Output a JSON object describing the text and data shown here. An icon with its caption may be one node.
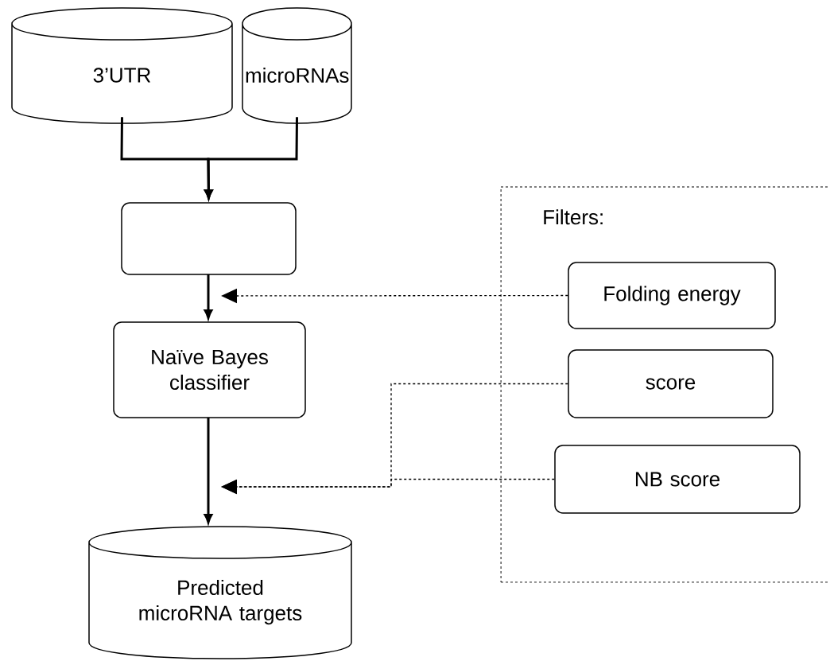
{
  "diagram": {
    "nodes": [
      {
        "text": [
          "3’UTR"
        ]
      },
      {
        "text": [
          "microRNAs"
        ]
      },
      {
        "text": [],
        "shape": "box"
      },
      {
        "text": [
          "Naïve Bayes classifier"
        ]
      },
      {
        "text": [
          "Predicted microRNA targets"
        ]
      },
      {
        "text": [
          "Filters:"
        ]
      },
      {
        "text": [
          "Folding energy"
        ],
        "in": 5
      },
      {
        "text": [
          "score"
        ],
        "in": 5
      },
      {
        "text": [
          "NB score"
        ],
        "in": 5
      }
    ],
    "edges": [
      {
        "from": 0,
        "to": 2,
        "arrow": "to"
      },
      {
        "from": 1,
        "to": 2,
        "arrow": "to"
      },
      {
        "from": 2,
        "to": 3,
        "arrow": "to"
      },
      {
        "from": 3,
        "to": 4,
        "arrow": "to"
      },
      {
        "from": 6,
        "to": null,
        "arrow": "to",
        "style": "dashed"
      },
      {
        "from": 7,
        "to": null,
        "arrow": "to",
        "style": "dashed"
      },
      {
        "from": 8,
        "to": null,
        "arrow": "to",
        "style": "dashed"
      }
    ]
  }
}
